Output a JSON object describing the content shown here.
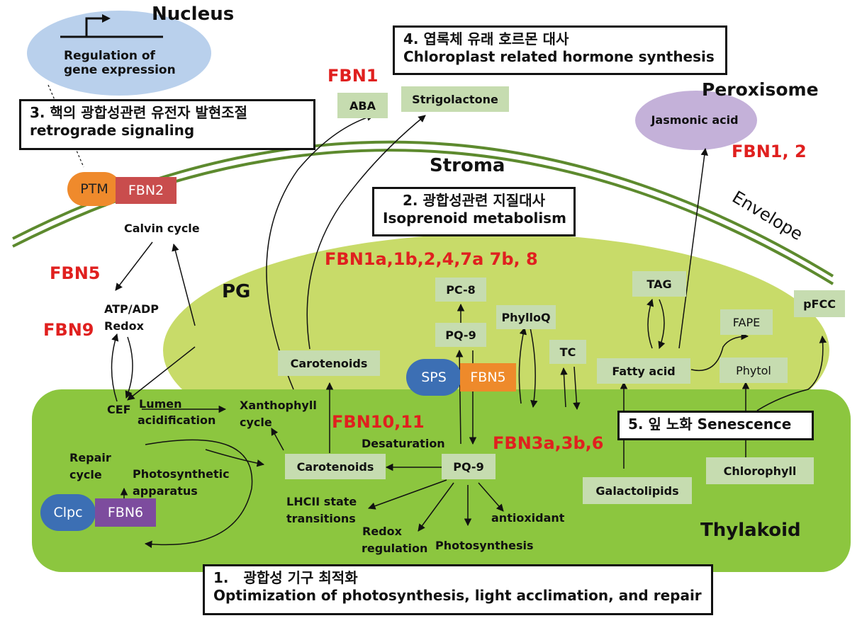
{
  "regions": {
    "nucleus": "Nucleus",
    "gene_regulation": "Regulation of gene expression",
    "stroma": "Stroma",
    "pg": "PG",
    "thylakoid": "Thylakoid",
    "peroxisome": "Peroxisome",
    "envelope": "Envelope"
  },
  "callouts": {
    "c1_num": "1.",
    "c1_kr": "광합성 기구 최적화",
    "c1_en": "Optimization of photosynthesis, light acclimation, and repair",
    "c2_kr": "2. 광합성관련 지질대사",
    "c2_en": "Isoprenoid metabolism",
    "c3_kr": "3. 핵의 광합성관련 유전자 발현조절",
    "c3_en": "retrograde signaling",
    "c4_kr": "4. 엽록체 유래 호르몬 대사",
    "c4_en": "Chloroplast related hormone synthesis",
    "c5": "5. 잎 노화 Senescence"
  },
  "fbn_labels": {
    "fbn1": "FBN1",
    "fbn1_2": "FBN1, 2",
    "fbn5": "FBN5",
    "fbn9": "FBN9",
    "fbn_pg": "FBN1a,1b,2,4,7a 7b, 8",
    "fbn10_11": "FBN10,11",
    "fbn3_6": "FBN3a,3b,6"
  },
  "pills": {
    "ptm": "PTM",
    "fbn2": "FBN2",
    "sps": "SPS",
    "fbn5": "FBN5",
    "clpc": "Clpc",
    "fbn6": "FBN6"
  },
  "boxes": {
    "aba": "ABA",
    "strigolactone": "Strigolactone",
    "jasmonic_acid": "Jasmonic acid",
    "pc8": "PC-8",
    "pq9_top": "PQ-9",
    "phylloq": "PhylloQ",
    "tc": "TC",
    "carotenoids_pg": "Carotenoids",
    "tag": "TAG",
    "fape": "FAPE",
    "pfcc": "pFCC",
    "fatty_acid": "Fatty acid",
    "phytol": "Phytol",
    "carotenoids_thy": "Carotenoids",
    "pq9_thy": "PQ-9",
    "galactolipids": "Galactolipids",
    "chlorophyll": "Chlorophyll"
  },
  "texts": {
    "calvin": "Calvin cycle",
    "atp_adp": "ATP/ADP",
    "redox": "Redox",
    "cef": "CEF",
    "lumen": "Lumen",
    "acidification": "acidification",
    "xanthophyll": "Xanthophyll",
    "cycle": "cycle",
    "desaturation": "Desaturation",
    "repair": "Repair",
    "repair_cycle": "cycle",
    "photosynthetic": "Photosynthetic",
    "apparatus": "apparatus",
    "lhcii": "LHCII state",
    "transitions": "transitions",
    "redox2": "Redox",
    "regulation": "regulation",
    "photosynthesis": "Photosynthesis",
    "antioxidant": "antioxidant"
  }
}
